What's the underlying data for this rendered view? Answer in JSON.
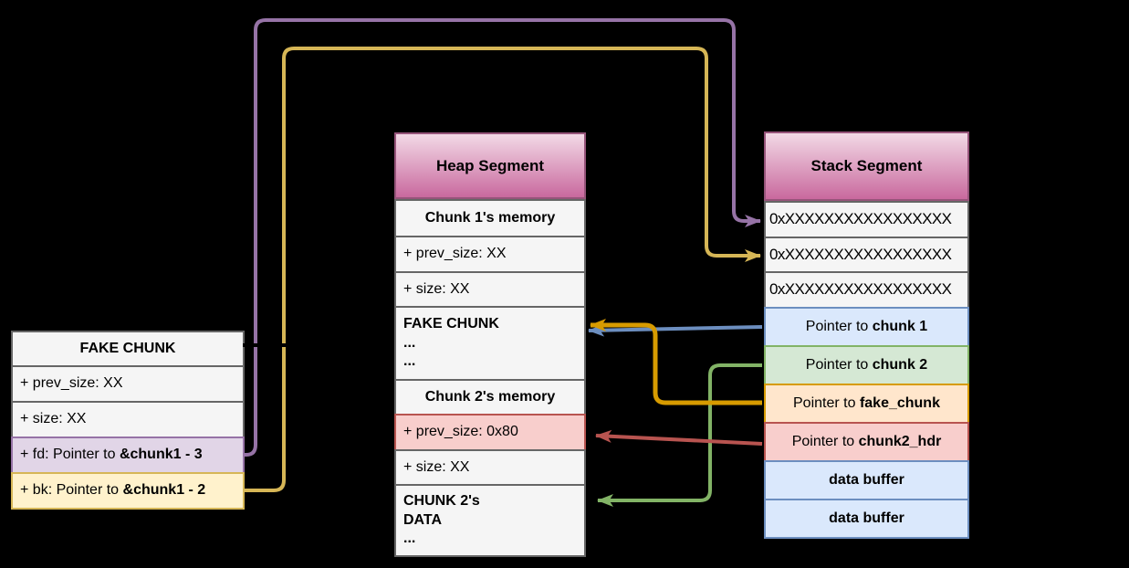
{
  "background": "#000000",
  "fake_chunk": {
    "title": "FAKE CHUNK",
    "rows": [
      {
        "text": "+ prev_size: XX"
      },
      {
        "text": "+ size: XX"
      },
      {
        "prefix": "+ fd: Pointer to ",
        "strong": "&chunk1 - 3"
      },
      {
        "prefix": "+ bk: Pointer to ",
        "strong": "&chunk1 - 2"
      }
    ]
  },
  "heap": {
    "title": "Heap Segment",
    "rows": [
      {
        "text": "Chunk 1's memory"
      },
      {
        "text": "+ prev_size: XX"
      },
      {
        "text": "+ size: XX"
      },
      {
        "text": "FAKE CHUNK\n...\n..."
      },
      {
        "text": "Chunk 2's memory"
      },
      {
        "text": "+ prev_size: 0x80"
      },
      {
        "text": "+ size: XX"
      },
      {
        "text": "CHUNK 2's\nDATA\n..."
      }
    ]
  },
  "stack": {
    "title": "Stack Segment",
    "rows": [
      {
        "text": "0xXXXXXXXXXXXXXXXXX"
      },
      {
        "text": "0xXXXXXXXXXXXXXXXXX"
      },
      {
        "text": "0xXXXXXXXXXXXXXXXXX"
      },
      {
        "prefix": "Pointer to ",
        "strong": "chunk 1"
      },
      {
        "prefix": "Pointer to ",
        "strong": "chunk 2"
      },
      {
        "prefix": "Pointer to ",
        "strong": "fake_chunk"
      },
      {
        "prefix": "Pointer to ",
        "strong": "chunk2_hdr"
      },
      {
        "text": "data buffer"
      },
      {
        "text": "data buffer"
      }
    ]
  },
  "arrows": [
    {
      "name": "fd-to-stack-slot1",
      "color": "#9673a6",
      "from": "fake chunk fd row",
      "to": "stack address slot 1"
    },
    {
      "name": "bk-to-stack-slot2",
      "color": "#d6b656",
      "from": "fake chunk bk row",
      "to": "stack address slot 2"
    },
    {
      "name": "chunk1-ptr-to-fake-chunk",
      "color": "#6c8ebf",
      "from": "Pointer to chunk 1",
      "to": "heap FAKE CHUNK"
    },
    {
      "name": "chunk2-ptr-to-chunk2-data",
      "color": "#82b366",
      "from": "Pointer to chunk 2",
      "to": "heap CHUNK 2's DATA"
    },
    {
      "name": "fake-chunk-ptr-to-fake-chunk",
      "color": "#d79b00",
      "from": "Pointer to fake_chunk",
      "to": "heap FAKE CHUNK"
    },
    {
      "name": "chunk2-hdr-ptr-to-prev-size",
      "color": "#b85450",
      "from": "Pointer to chunk2_hdr",
      "to": "heap prev_size 0x80"
    }
  ],
  "colors": {
    "gray_fill": "#f5f5f5",
    "gray_border": "#666666",
    "purple_fill": "#e1d5e7",
    "purple_border": "#9673a6",
    "yellow_fill": "#fff2cc",
    "yellow_border": "#d6b656",
    "blue_fill": "#dae8fc",
    "blue_border": "#6c8ebf",
    "green_fill": "#d5e8d4",
    "green_border": "#82b366",
    "orange_fill": "#ffe6cc",
    "orange_border": "#d79b00",
    "red_fill": "#f8cecc",
    "red_border": "#b85450",
    "header_gradient_top": "#f2d9e6",
    "header_gradient_bottom": "#c9699e",
    "header_border": "#96547a"
  }
}
